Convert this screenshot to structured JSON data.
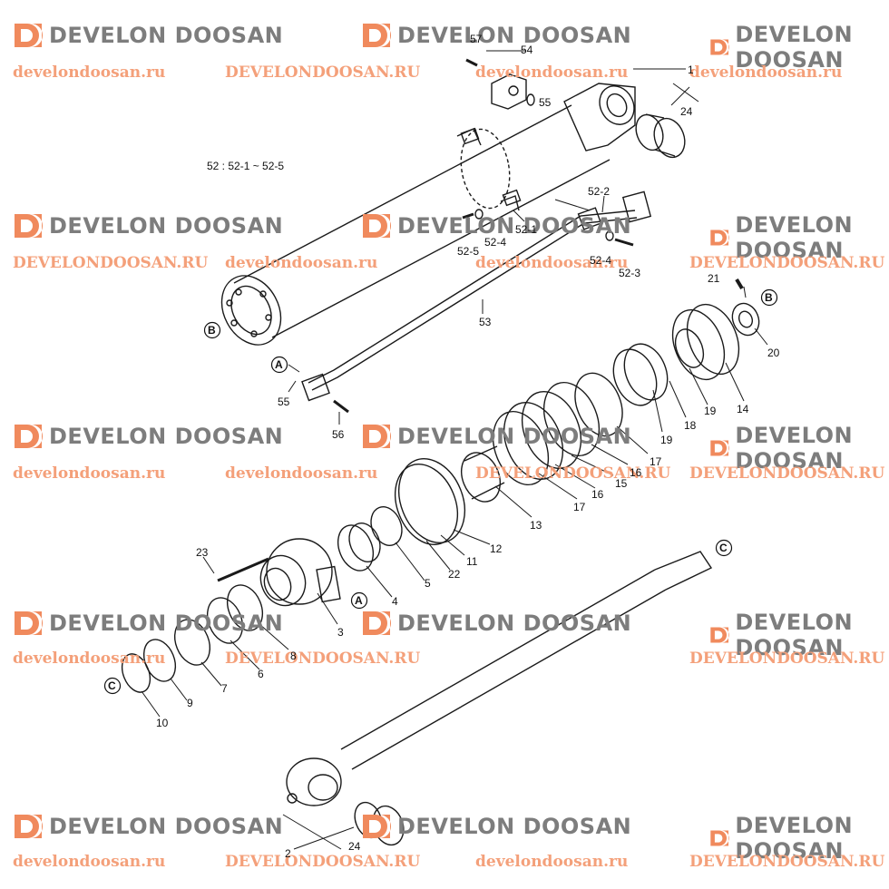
{
  "watermark": {
    "brand": "DEVELON DOOSAN",
    "urls": [
      "develondoosan.ru",
      "DEVELONDOOSAN.RU",
      "develondoosan.ru",
      "develondoosan.ru",
      "DEVELONDOOSAN.RU",
      "develondoosan.ru",
      "develondoosan.ru",
      "DEVELONDOOSAN.RU",
      "develondoosan.ru",
      "develondoosan.ru",
      "DEVELONDOOSAN.RU",
      "DEVELONDOOSAN.RU",
      "develondoosan.ru",
      "DEVELONDOOSAN.RU",
      "DEVELONDOOSAN.RU"
    ]
  },
  "note": "52 : 52-1 ~ 52-5",
  "callouts": [
    "1",
    "24",
    "57",
    "54",
    "55",
    "52-2",
    "52-1",
    "52-4",
    "52-5",
    "52-4",
    "52-3",
    "53",
    "A",
    "55",
    "56",
    "B",
    "21",
    "B",
    "20",
    "14",
    "19",
    "18",
    "19",
    "17",
    "16",
    "15",
    "16",
    "17",
    "13",
    "12",
    "11",
    "22",
    "5",
    "4",
    "23",
    "3",
    "A",
    "8",
    "6",
    "7",
    "9",
    "10",
    "C",
    "C",
    "2",
    "24"
  ],
  "colors": {
    "brand_gray": "#7d7d7d",
    "url_orange": "#f4a07a",
    "logo_orange": "#f08a5d",
    "line": "#1a1a1a"
  }
}
